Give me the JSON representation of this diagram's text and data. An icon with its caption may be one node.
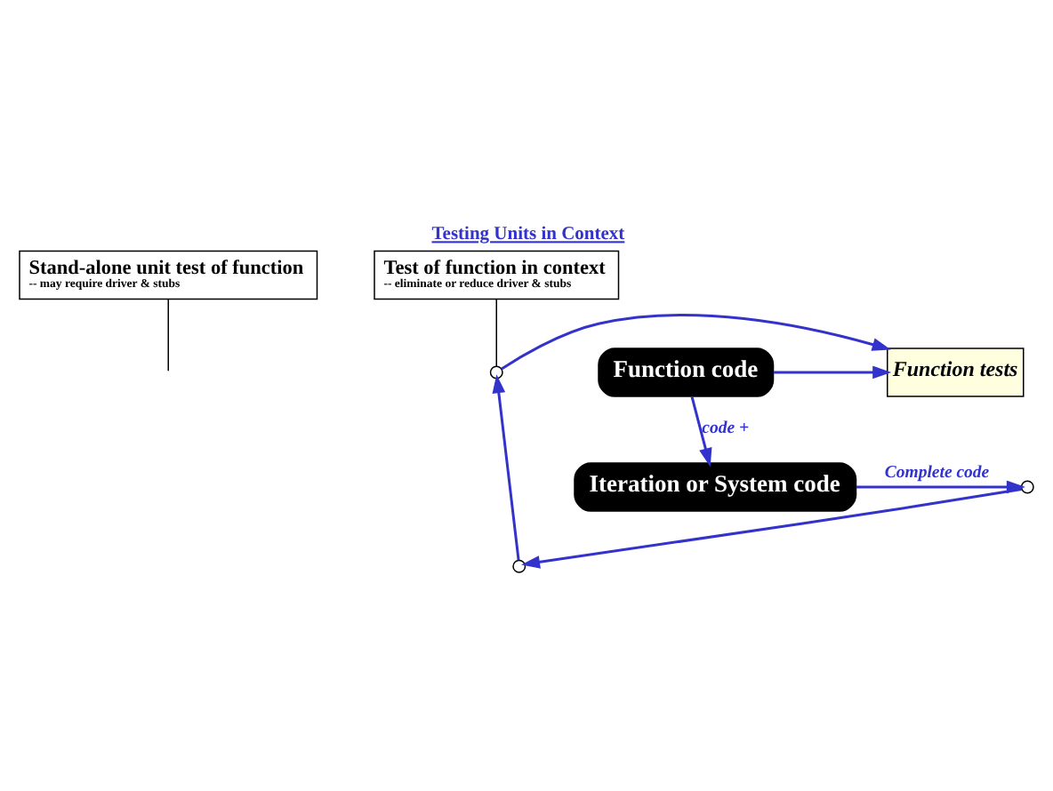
{
  "diagram": {
    "title": "Testing Units in Context",
    "nodes": [
      {
        "text": [
          "Stand-alone unit test of function",
          "-- may require driver & stubs"
        ]
      },
      {
        "text": [
          "Test of function in context",
          "-- eliminate or reduce driver & stubs"
        ]
      },
      {
        "text": [
          "Function code"
        ]
      },
      {
        "text": [
          "Function tests"
        ]
      },
      {
        "text": [
          "Iteration or System code"
        ]
      },
      {
        "text": [],
        "shape": "circle"
      },
      {
        "text": [],
        "shape": "circle"
      },
      {
        "text": [],
        "shape": "circle"
      }
    ],
    "edges": [
      {
        "from": 2,
        "to": 3,
        "arrow": "to"
      },
      {
        "from": 5,
        "to": 3,
        "arrow": "to"
      },
      {
        "from": 2,
        "to": 4,
        "arrow": "to",
        "label": "code +"
      },
      {
        "from": 4,
        "to": 7,
        "arrow": "to",
        "label": "Complete code"
      },
      {
        "from": 7,
        "to": 6,
        "arrow": "to"
      },
      {
        "from": 6,
        "to": 5,
        "arrow": "to"
      },
      {
        "from": 0,
        "to": null,
        "arrow": "none",
        "color": "#000000"
      },
      {
        "from": 1,
        "to": 5,
        "arrow": "none",
        "color": "#000000"
      }
    ]
  }
}
